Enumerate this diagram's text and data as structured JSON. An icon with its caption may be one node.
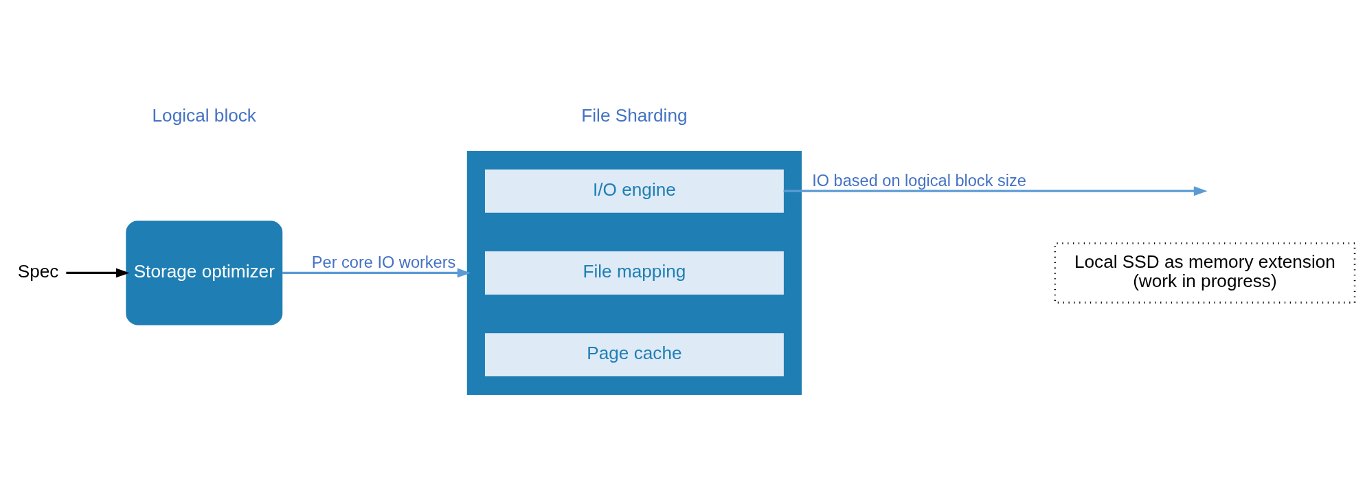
{
  "diagram": {
    "nodes": [
      {
        "text": [
          "Spec"
        ]
      },
      {
        "text": [
          "Storage optimizer"
        ]
      },
      {
        "text": [],
        "shape": "box"
      },
      {
        "text": [
          "Page cache"
        ],
        "in": 2
      },
      {
        "text": [
          "File mapping"
        ],
        "in": 2
      },
      {
        "text": [
          "I/O engine"
        ],
        "in": 2
      },
      {
        "text": [
          "Local SSD as memory extension",
          "(work in progress)"
        ]
      }
    ],
    "edges": [
      {
        "from": 0,
        "to": 1,
        "arrow": "to",
        "color": "#000000"
      },
      {
        "from": 1,
        "to": 2,
        "arrow": "to",
        "label": "Per core IO workers"
      },
      {
        "from": 5,
        "to": null,
        "arrow": "to",
        "label": "IO based on logical block size"
      }
    ],
    "labels": [
      "Logical block",
      "File Sharding"
    ]
  }
}
